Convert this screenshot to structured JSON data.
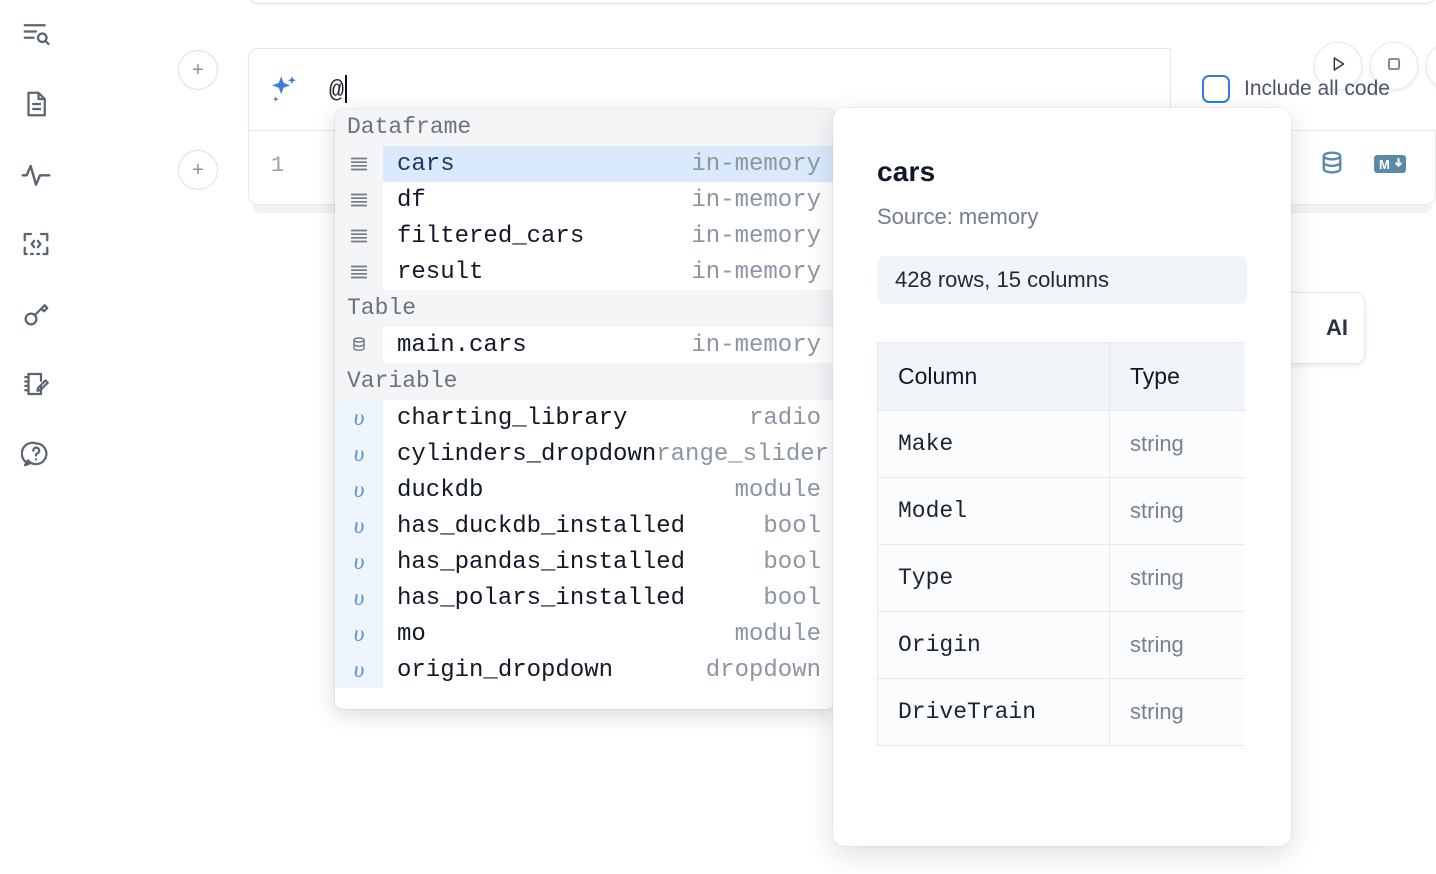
{
  "sidebar": {
    "items": [
      {
        "name": "outline-search-icon",
        "label": "Outline"
      },
      {
        "name": "document-icon",
        "label": "Notebook"
      },
      {
        "name": "activity-icon",
        "label": "Activity"
      },
      {
        "name": "code-snippet-icon",
        "label": "Snippets"
      },
      {
        "name": "key-variables-icon",
        "label": "Variables"
      },
      {
        "name": "notebook-edit-icon",
        "label": "Scratchpad"
      },
      {
        "name": "help-chat-icon",
        "label": "Help"
      }
    ]
  },
  "editor": {
    "add_cell_label": "+",
    "prompt_value": "@",
    "sparkle_icon": "sparkles-icon",
    "line_number": "1",
    "run_icon": "play-icon",
    "stop_icon": "stop-icon",
    "include_all_code_label": "Include all code",
    "include_all_code_checked": false,
    "tools": [
      {
        "name": "database-icon",
        "label": "SQL"
      },
      {
        "name": "markdown-icon",
        "label": "M↓"
      }
    ],
    "ai_chip_label": "AI"
  },
  "autocomplete": {
    "groups": [
      {
        "label": "Dataframe",
        "kind": "dataframe",
        "icon": "dataframe-icon",
        "items": [
          {
            "name": "cars",
            "type": "in-memory",
            "selected": true
          },
          {
            "name": "df",
            "type": "in-memory",
            "selected": false
          },
          {
            "name": "filtered_cars",
            "type": "in-memory",
            "selected": false
          },
          {
            "name": "result",
            "type": "in-memory",
            "selected": false
          }
        ]
      },
      {
        "label": "Table",
        "kind": "table",
        "icon": "database-icon",
        "items": [
          {
            "name": "main.cars",
            "type": "in-memory",
            "selected": false
          }
        ]
      },
      {
        "label": "Variable",
        "kind": "variable",
        "icon": "variable-icon",
        "items": [
          {
            "name": "charting_library",
            "type": "radio",
            "selected": false
          },
          {
            "name": "cylinders_dropdown",
            "type": "range_slider",
            "selected": false
          },
          {
            "name": "duckdb",
            "type": "module",
            "selected": false
          },
          {
            "name": "has_duckdb_installed",
            "type": "bool",
            "selected": false
          },
          {
            "name": "has_pandas_installed",
            "type": "bool",
            "selected": false
          },
          {
            "name": "has_polars_installed",
            "type": "bool",
            "selected": false
          },
          {
            "name": "mo",
            "type": "module",
            "selected": false
          },
          {
            "name": "origin_dropdown",
            "type": "dropdown",
            "selected": false
          }
        ]
      }
    ]
  },
  "detail": {
    "title": "cars",
    "source": "Source: memory",
    "shape": "428 rows, 15 columns",
    "columns_header": "Column",
    "type_header": "Type",
    "rows": [
      {
        "column": "Make",
        "type": "string"
      },
      {
        "column": "Model",
        "type": "string"
      },
      {
        "column": "Type",
        "type": "string"
      },
      {
        "column": "Origin",
        "type": "string"
      },
      {
        "column": "DriveTrain",
        "type": "string"
      }
    ]
  },
  "colors": {
    "accent_blue": "#3b7ddd",
    "selection_blue": "#daeafc",
    "tool_blue": "#5b8ba8",
    "muted": "#8c96a3",
    "panel_bg": "#f1f4f9"
  }
}
